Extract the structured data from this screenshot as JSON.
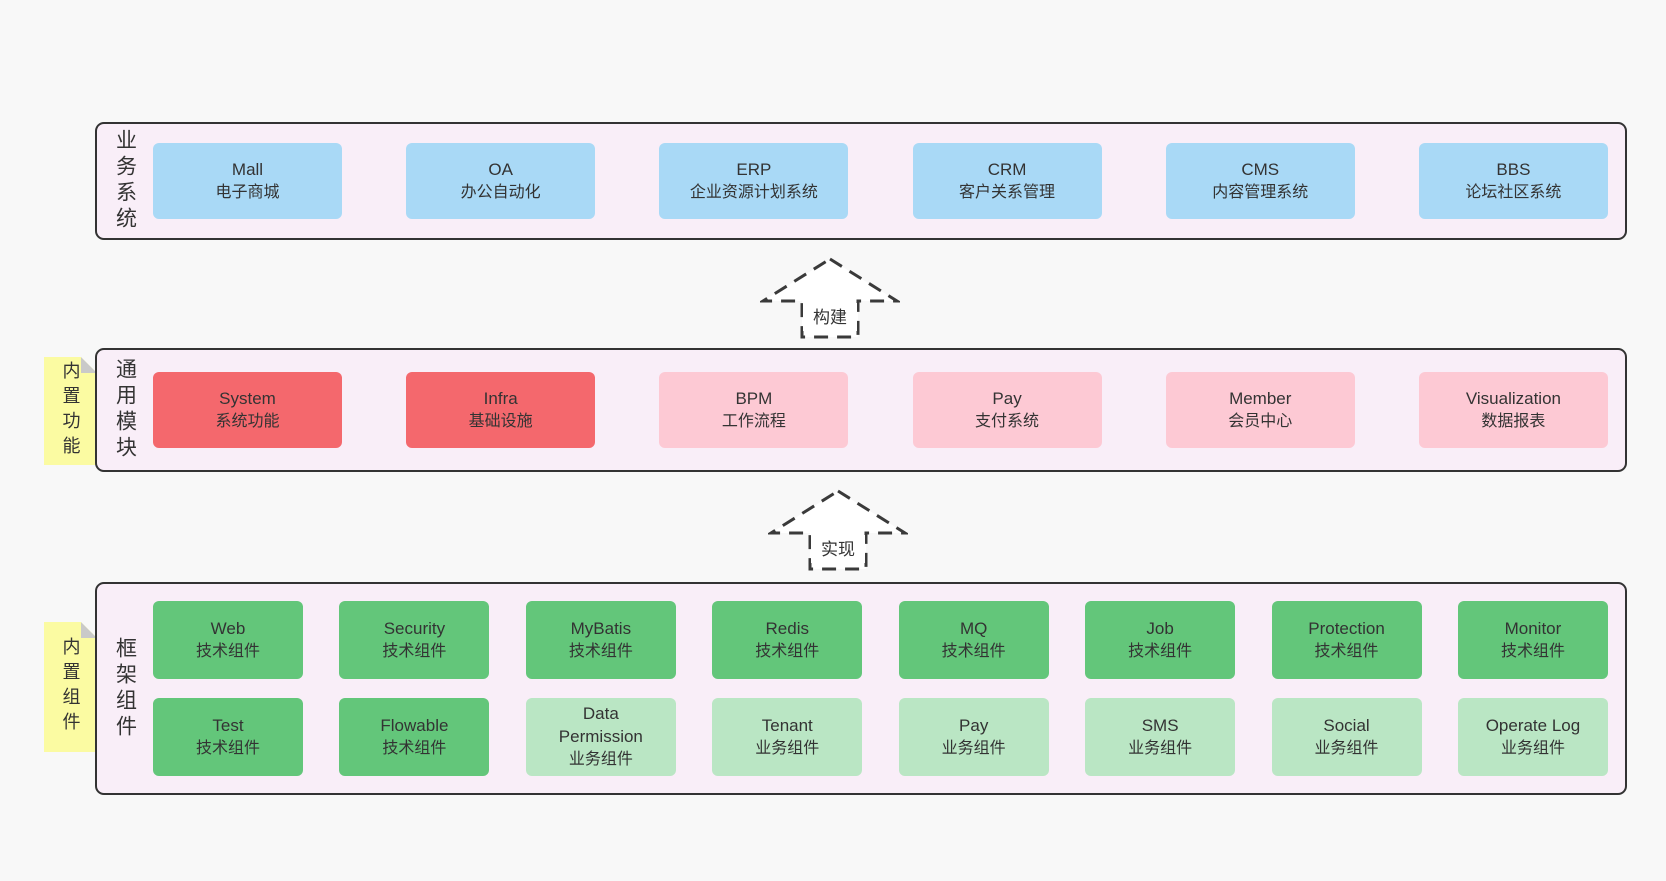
{
  "colors": {
    "page_bg": "#f8f8f8",
    "section_bg": "#f9eef8",
    "section_border": "#333333",
    "box_blue": "#a9d9f6",
    "box_red": "#f4686d",
    "box_pink": "#fdc9d4",
    "box_green": "#63c67a",
    "box_light_green": "#bae6c4",
    "tag_yellow": "#fbfba2",
    "tag_fold": "#c9c9c9",
    "text": "#333333"
  },
  "arrows": {
    "build": "构建",
    "implement": "实现"
  },
  "sections": {
    "business": {
      "label": "业务系统",
      "boxes": [
        {
          "title": "Mall",
          "subtitle": "电子商城"
        },
        {
          "title": "OA",
          "subtitle": "办公自动化"
        },
        {
          "title": "ERP",
          "subtitle": "企业资源计划系统"
        },
        {
          "title": "CRM",
          "subtitle": "客户关系管理"
        },
        {
          "title": "CMS",
          "subtitle": "内容管理系统"
        },
        {
          "title": "BBS",
          "subtitle": "论坛社区系统"
        }
      ]
    },
    "modules": {
      "label": "通用模块",
      "tag": "内置功能",
      "boxes": [
        {
          "title": "System",
          "subtitle": "系统功能"
        },
        {
          "title": "Infra",
          "subtitle": "基础设施"
        },
        {
          "title": "BPM",
          "subtitle": "工作流程"
        },
        {
          "title": "Pay",
          "subtitle": "支付系统"
        },
        {
          "title": "Member",
          "subtitle": "会员中心"
        },
        {
          "title": "Visualization",
          "subtitle": "数据报表"
        }
      ]
    },
    "components": {
      "label": "框架组件",
      "tag": "内置组件",
      "row1": [
        {
          "title": "Web",
          "subtitle": "技术组件"
        },
        {
          "title": "Security",
          "subtitle": "技术组件"
        },
        {
          "title": "MyBatis",
          "subtitle": "技术组件"
        },
        {
          "title": "Redis",
          "subtitle": "技术组件"
        },
        {
          "title": "MQ",
          "subtitle": "技术组件"
        },
        {
          "title": "Job",
          "subtitle": "技术组件"
        },
        {
          "title": "Protection",
          "subtitle": "技术组件"
        },
        {
          "title": "Monitor",
          "subtitle": "技术组件"
        }
      ],
      "row2": [
        {
          "title": "Test",
          "subtitle": "技术组件"
        },
        {
          "title": "Flowable",
          "subtitle": "技术组件"
        },
        {
          "title": "Data Permission",
          "subtitle": "业务组件"
        },
        {
          "title": "Tenant",
          "subtitle": "业务组件"
        },
        {
          "title": "Pay",
          "subtitle": "业务组件"
        },
        {
          "title": "SMS",
          "subtitle": "业务组件"
        },
        {
          "title": "Social",
          "subtitle": "业务组件"
        },
        {
          "title": "Operate Log",
          "subtitle": "业务组件"
        }
      ]
    }
  }
}
